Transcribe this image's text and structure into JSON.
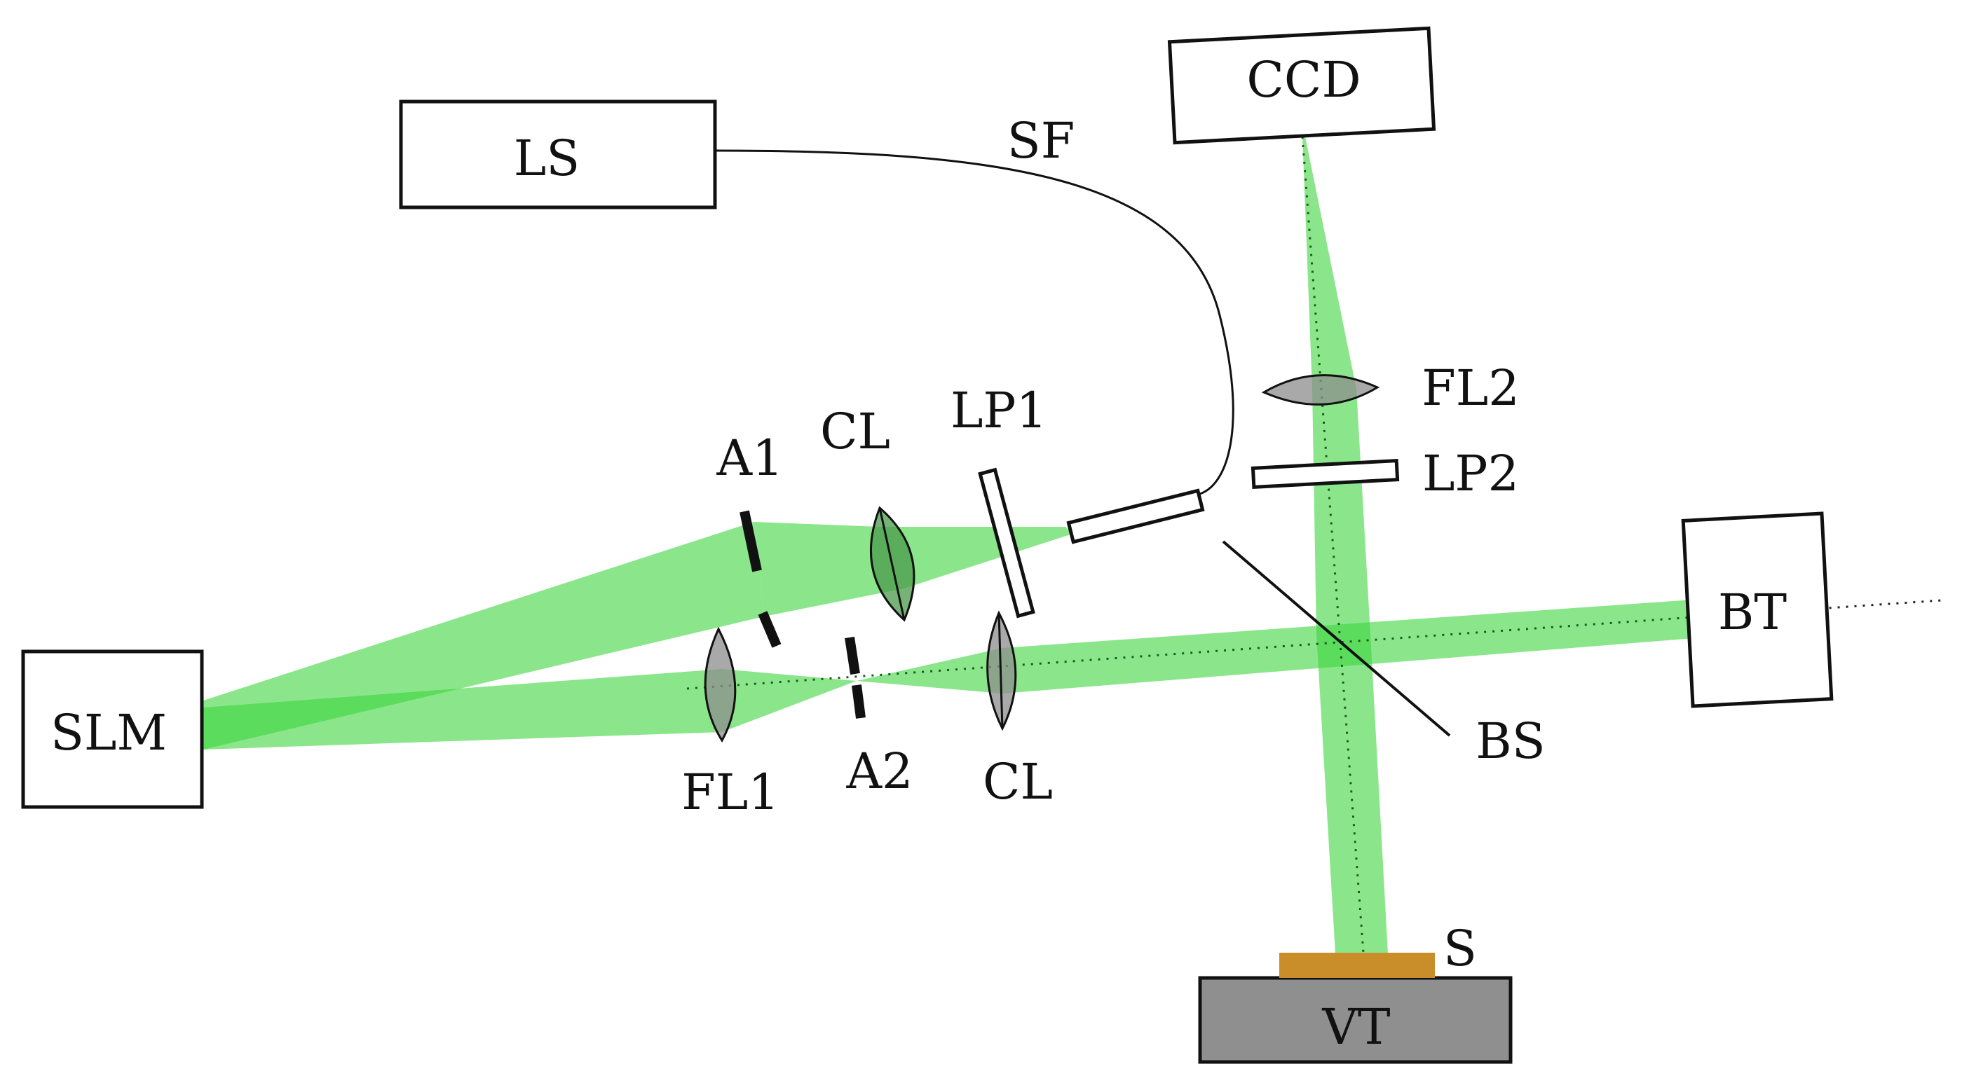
{
  "diagram": {
    "colors": {
      "beam": "#3ed63e",
      "lens_gray": "#8c8c8c",
      "lens_green": "#4a9a4a",
      "sample": "#c98d29",
      "stage": "#8f8f8f"
    },
    "components": {
      "ls": "LS",
      "sf": "SF",
      "ccd": "CCD",
      "fl2": "FL2",
      "lp2": "LP2",
      "a1": "A1",
      "cl_top": "CL",
      "lp1": "LP1",
      "slm": "SLM",
      "fl1": "FL1",
      "a2": "A2",
      "cl_bottom": "CL",
      "bt": "BT",
      "bs": "BS",
      "s": "S",
      "vt": "VT"
    }
  }
}
